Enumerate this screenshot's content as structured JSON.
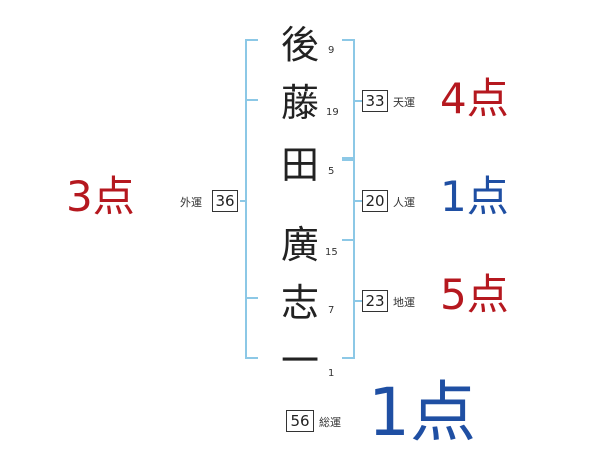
{
  "name_characters": [
    {
      "char": "後",
      "strokes": "9"
    },
    {
      "char": "藤",
      "strokes": "19"
    },
    {
      "char": "田",
      "strokes": "5"
    },
    {
      "char": "廣",
      "strokes": "15"
    },
    {
      "char": "志",
      "strokes": "7"
    },
    {
      "char": "一",
      "strokes": "1"
    }
  ],
  "fortunes": {
    "ten": {
      "value": "33",
      "label": "天運",
      "score": "4点"
    },
    "jin": {
      "value": "20",
      "label": "人運",
      "score": "1点"
    },
    "chi": {
      "value": "23",
      "label": "地運",
      "score": "5点"
    },
    "gai": {
      "value": "36",
      "label": "外運",
      "score": "3点"
    },
    "so": {
      "value": "56",
      "label": "総運",
      "score": "1点"
    }
  },
  "colors": {
    "bracket": "#8cc8e6",
    "score_red": "#b5181f",
    "score_blue": "#1f4fa3"
  }
}
